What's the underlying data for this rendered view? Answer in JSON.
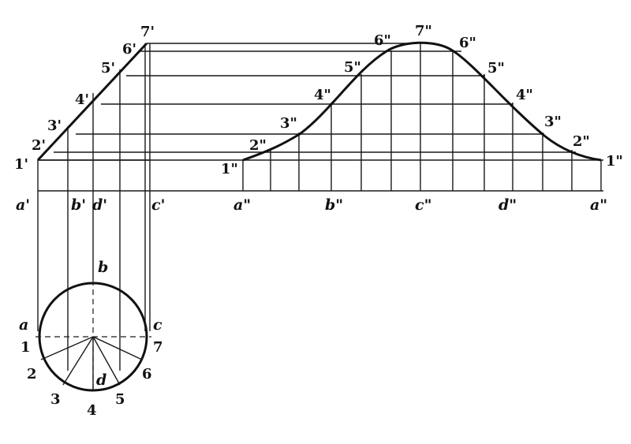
{
  "front_view": {
    "ground_labels": [
      "a'",
      "b'",
      "d'",
      "c'"
    ],
    "profile_labels": [
      "1'",
      "2'",
      "3'",
      "4'",
      "5'",
      "6'",
      "7'"
    ]
  },
  "side_view": {
    "ground_labels": [
      "a\"",
      "b\"",
      "c\"",
      "d\"",
      "a\""
    ],
    "curve_labels_left": [
      "1\"",
      "2\"",
      "3\"",
      "4\"",
      "5\"",
      "6\""
    ],
    "peak_label": "7\"",
    "curve_labels_right": [
      "6\"",
      "5\"",
      "4\"",
      "3\"",
      "2\"",
      "1\""
    ]
  },
  "top_view": {
    "circle_labels": [
      "b",
      "a",
      "c",
      "d"
    ],
    "point_labels": [
      "1",
      "2",
      "3",
      "4",
      "5",
      "6",
      "7"
    ]
  }
}
